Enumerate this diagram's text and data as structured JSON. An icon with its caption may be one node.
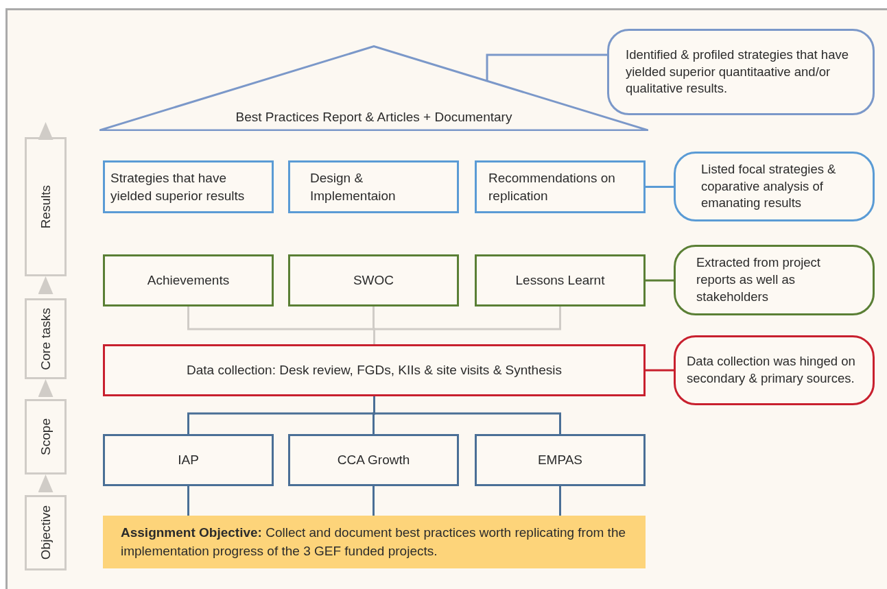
{
  "diagram": {
    "nodes": [
      {
        "text": [
          "Best Practices Report & Articles + Documentary"
        ]
      },
      {
        "text": [
          "Identified & profiled strategies that have yielded superior quantitaative and/or qualitative results."
        ]
      },
      {
        "text": [
          "Strategies that have yielded superior results"
        ]
      },
      {
        "text": [
          "Design & Implementaion"
        ]
      },
      {
        "text": [
          "Recommendations on replication"
        ]
      },
      {
        "text": [
          "Listed focal strategies & coparative analysis of emanating results"
        ]
      },
      {
        "text": [
          "Achievements"
        ]
      },
      {
        "text": [
          "SWOC"
        ]
      },
      {
        "text": [
          "Lessons Learnt"
        ]
      },
      {
        "text": [
          "Extracted from project reports as well as stakeholders"
        ]
      },
      {
        "text": [
          "Data collection: Desk review, FGDs, KIIs & site visits & Synthesis"
        ]
      },
      {
        "text": [
          "Data collection was hinged on secondary & primary sources."
        ]
      },
      {
        "text": [
          "IAP"
        ]
      },
      {
        "text": [
          "CCA Growth"
        ]
      },
      {
        "text": [
          "EMPAS"
        ]
      },
      {
        "text": [
          "**Assignment Objective:** Collect and document best practices worth replicating from the implementation progress of the 3 GEF funded projects."
        ]
      },
      {
        "text": [
          "Results"
        ]
      },
      {
        "text": [
          "Core tasks"
        ]
      },
      {
        "text": [
          "Scope"
        ]
      },
      {
        "text": [
          "Objective"
        ]
      }
    ],
    "edges": [
      {
        "from": 1,
        "to": 0,
        "arrow": "none",
        "color": "#7b98c9"
      },
      {
        "from": 4,
        "to": 5,
        "arrow": "none",
        "color": "#5a9bd5"
      },
      {
        "from": 8,
        "to": 9,
        "arrow": "none",
        "color": "#5a7f35"
      },
      {
        "from": 10,
        "to": 11,
        "arrow": "none",
        "color": "#c8202e"
      },
      {
        "from": 6,
        "to": 10,
        "arrow": "none",
        "color": "#d0ccc7"
      },
      {
        "from": 7,
        "to": 10,
        "arrow": "none",
        "color": "#d0ccc7"
      },
      {
        "from": 8,
        "to": 10,
        "arrow": "none",
        "color": "#d0ccc7"
      },
      {
        "from": 10,
        "to": 12,
        "arrow": "none",
        "color": "#4a6f96"
      },
      {
        "from": 10,
        "to": 13,
        "arrow": "none",
        "color": "#4a6f96"
      },
      {
        "from": 10,
        "to": 14,
        "arrow": "none",
        "color": "#4a6f96"
      },
      {
        "from": 12,
        "to": 15,
        "arrow": "none",
        "color": "#4a6f96"
      },
      {
        "from": 13,
        "to": 15,
        "arrow": "none",
        "color": "#4a6f96"
      },
      {
        "from": 14,
        "to": 15,
        "arrow": "none",
        "color": "#4a6f96"
      },
      {
        "from": 19,
        "to": 18,
        "arrow": "to",
        "color": "#d0ccc7"
      },
      {
        "from": 18,
        "to": 17,
        "arrow": "to",
        "color": "#d0ccc7"
      },
      {
        "from": 17,
        "to": 16,
        "arrow": "to",
        "color": "#d0ccc7"
      },
      {
        "from": 16,
        "to": null,
        "arrow": "to",
        "color": "#d0ccc7"
      }
    ]
  }
}
